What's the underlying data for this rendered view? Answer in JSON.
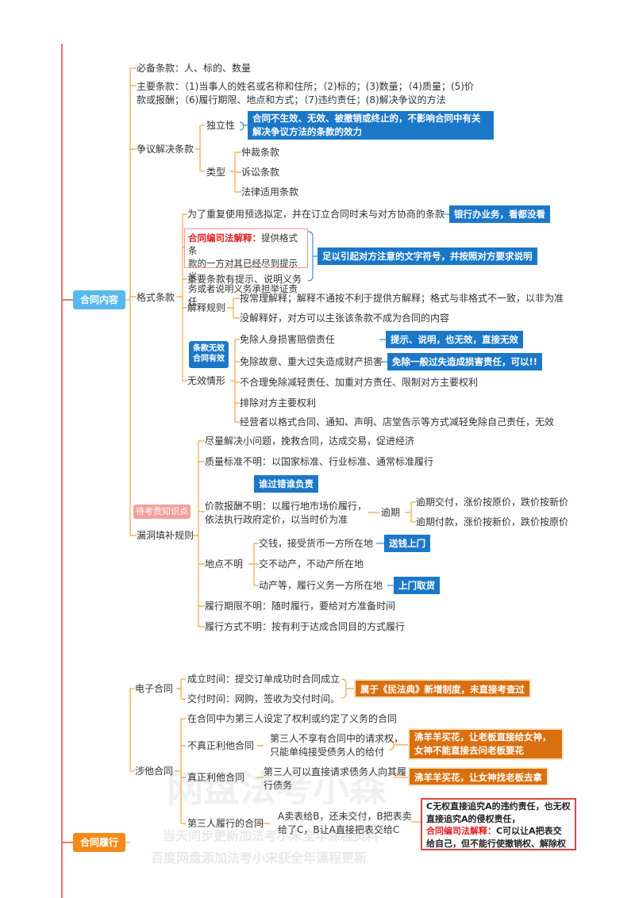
{
  "roots": {
    "contract_content": "合同内容",
    "contract_performance": "合同履行"
  },
  "content": {
    "essential": "必备条款：人、标的、数量",
    "main_line1": "主要条款：（1)当事人的姓名或名称和住所；（2)标的；(3)数量；（4)质量；(5)价",
    "main_line2": "款或报酬；（6)履行期限、地点和方式；（7)违约责任；(8)解决争议的方法",
    "dispute": {
      "label": "争议解决条款",
      "independence": "独立性",
      "independence_note_1": "合同不生效、无效、被撤销或终止的，不影响合同中有关",
      "independence_note_2": "解决争议方法的条款的效力",
      "types": "类型",
      "type_items": [
        "仲裁条款",
        "诉讼条款",
        "法律适用条款"
      ]
    },
    "standard": {
      "label": "格式条款",
      "def": "为了重复使用预选拟定，并在订立合同时未与对方协商的条款",
      "def_note": "银行办业务，看都没看",
      "interp_label": "合同编司法解释：",
      "interp_1": "提供格式条",
      "interp_2": "款的一方对其已经尽到提示义",
      "interp_3": "务或者说明义务承担举证责任",
      "important": "重要条款有提示、说明义务",
      "important_note": "足以引起对方注意的文字符号，并按照对方要求说明",
      "explain_label": "解释规则",
      "explain_1": "按常理解释；解释不通按不利于提供方解释；格式与非格式不一致，以非为准",
      "explain_2": "没解释好，对方可以主张该条款不成为合同的内容",
      "invalid_label": "无效情形",
      "invalid_badge_1": "条款无效",
      "invalid_badge_2": "合同有效",
      "invalid_1": "免除人身损害赔偿责任",
      "invalid_1_note": "提示、说明，也无效，直接无效",
      "invalid_2": "免除故意、重大过失造成财产损害",
      "invalid_2_note": "免除一般过失造成损害责任，可以!!",
      "invalid_3": "不合理免除减轻责任、加重对方责任、限制对方主要权利",
      "invalid_4": "排除对方主要权利",
      "invalid_5": "经营者以格式合同、通知、声明、店堂告示等方式减轻免除自己责任，无效"
    },
    "gap": {
      "label": "漏洞填补规则",
      "tag": "待考贵知识点",
      "rule1": "尽量解决小问题，挽救合同，达成交易，促进经济",
      "rule2": "质量标准不明：以国家标准、行业标准、通常标准履行",
      "fault_tag": "谁过错谁负责",
      "price_1": "价款报酬不明：以履行地市场价履行，",
      "price_2": "依法执行政府定价，以当时价为准",
      "overdue": "逾期",
      "overdue_delivery": "逾期交付，涨价按原价，跌价按新价",
      "overdue_payment": "逾期付款，涨价按新价，跌价按原价",
      "place_label": "地点不明",
      "place_1": "交钱，接受货币一方所在地",
      "place_1_note": "送钱上门",
      "place_2": "交不动产，不动产所在地",
      "place_3": "动产等，履行义务一方所在地",
      "place_3_note": "上门取货",
      "period": "履行期限不明：随时履行，要给对方准备时间",
      "manner": "履行方式不明：按有利于达成合同目的方式履行"
    }
  },
  "performance": {
    "ecommerce": {
      "label": "电子合同",
      "formation": "成立时间：提交订单成功时合同成立",
      "delivery": "交付时间：网购，签收为交付时间。",
      "note": "属于《民法典》新增制度，未直接考查过"
    },
    "third_party": {
      "label": "涉他合同",
      "def": "在合同中为第三人设定了权利或约定了义务的合同",
      "false_label": "不真正利他合同",
      "false_1": "第三人不享有合同中的请求权，",
      "false_2": "只能单纯接受债务人的给付",
      "false_note_1": "沸羊羊买花，让老板直接给女神，",
      "false_note_2": "女神不能直接去问老板要花",
      "true_label": "真正利他合同",
      "true_1": "第三人可以直接请求债务人向其履",
      "true_2": "行债务",
      "true_note": "沸羊羊买花，让女神找老板去拿",
      "perform_label": "第三人履行的合同",
      "perform_1": "A卖表给B，还未交付，B把表卖",
      "perform_2": "给了C，B让A直接把表交给C",
      "perform_note_1": "C无权直接追究A的违约责任，也无权",
      "perform_note_2": "直接追究A的侵权责任，",
      "perform_note_label": "合同编司法解释：",
      "perform_note_3": "C可以让A把表交",
      "perform_note_4": "给自己，但不能行使撤销权、解除权"
    }
  },
  "watermark": {
    "line1": "网盘法考小森",
    "line2": "当天同步更新加法考小宋全年课程资料",
    "line3": "百度网盘添加法考小宋获全年课程更新"
  }
}
